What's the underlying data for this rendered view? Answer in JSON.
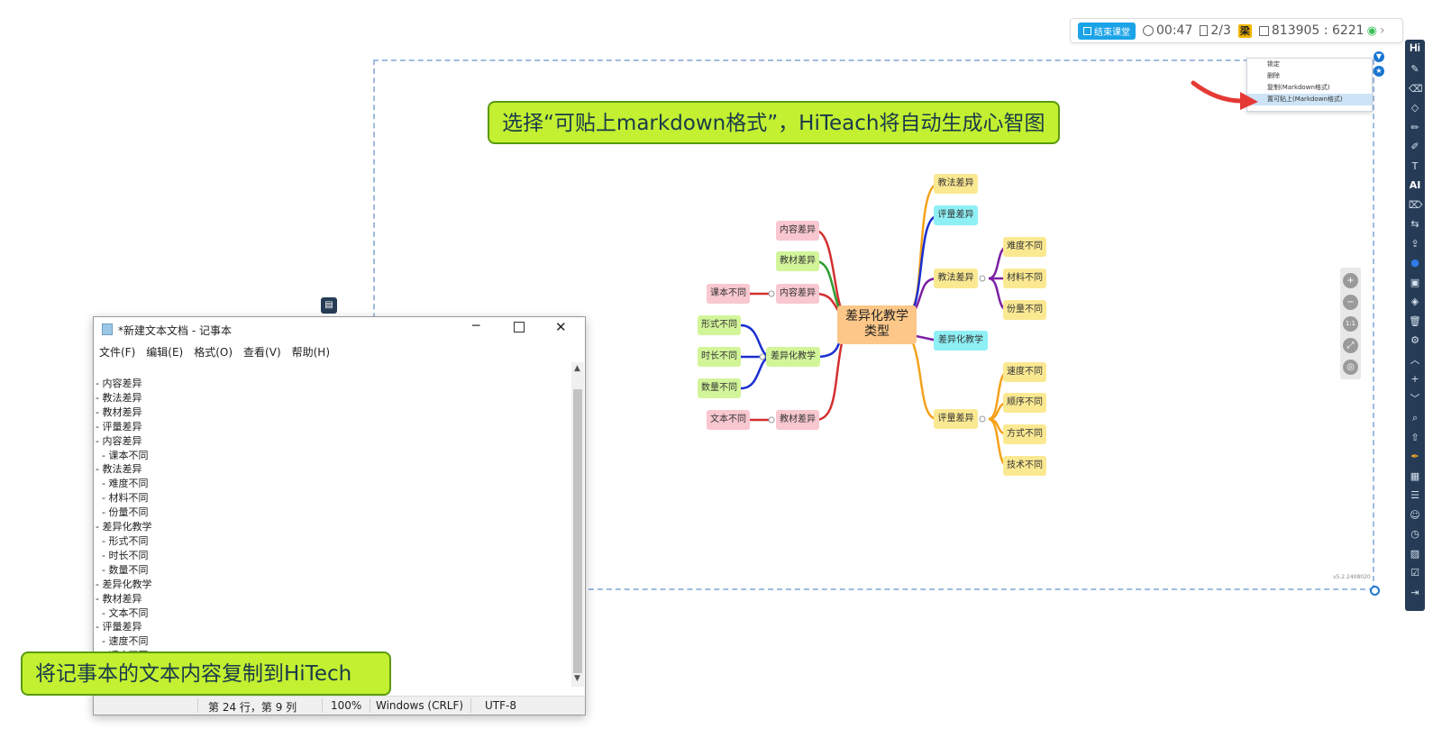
{
  "topbar": {
    "end_class_label": "结束课堂",
    "timer": "00:47",
    "pages": "2/3",
    "avatar_char": "梁",
    "class_code": "813905 : 6221"
  },
  "toolbar": {
    "logo": "Hi",
    "ai_label": "AI",
    "icons": [
      "pen-icon",
      "eraser-icon",
      "shape-icon",
      "pencil-icon",
      "marker-icon",
      "text-format-icon",
      "ai-icon",
      "clear-icon",
      "share-icon",
      "export-icon",
      "color-wheel-icon",
      "stamp-icon",
      "fill-icon",
      "trash-icon",
      "settings-icon",
      "chevron-up-icon",
      "plus-icon",
      "chevron-down-icon",
      "search-icon",
      "upload-icon",
      "highlighter-icon",
      "grid-icon",
      "list-icon",
      "user-icon",
      "timer-icon",
      "image-icon",
      "check-icon",
      "exit-icon"
    ]
  },
  "context_menu": {
    "items": [
      "锁定",
      "删除",
      "复制(Markdown格式)",
      "置可贴上(Markdown格式)"
    ],
    "selected_index": 3
  },
  "callouts": {
    "top": "选择“可贴上markdown格式”，HiTeach将自动生成心智图",
    "bottom": "将记事本的文本内容复制到HiTech"
  },
  "mindmap": {
    "root": [
      "差异化教学",
      "类型"
    ],
    "left": {
      "content1": "内容差异",
      "materials1": "教材差异",
      "content2": "内容差异",
      "textbook": "课本不同",
      "diffteach": "差异化教学",
      "form": "形式不同",
      "duration": "时长不同",
      "quantity": "数量不同",
      "materials2": "教材差异",
      "text": "文本不同"
    },
    "right": {
      "method1": "教法差异",
      "assess1": "评量差异",
      "method2": "教法差异",
      "difficulty": "难度不同",
      "material": "材料不同",
      "portion": "份量不同",
      "diffteach": "差异化教学",
      "assess2": "评量差异",
      "speed": "速度不同",
      "order": "顺序不同",
      "manner": "方式不同",
      "skill": "技术不同"
    },
    "version": "v5.2.24080​20"
  },
  "notepad": {
    "title": "*新建文本文档 - 记事本",
    "menu": [
      "文件(F)",
      "编辑(E)",
      "格式(O)",
      "查看(V)",
      "帮助(H)"
    ],
    "lines": [
      "- 内容差异",
      "- 教法差异",
      "- 教材差异",
      "- 评量差异",
      "- 内容差异",
      "  - 课本不同",
      "- 教法差异",
      "  - 难度不同",
      "  - 材料不同",
      "  - 份量不同",
      "- 差异化教学",
      "  - 形式不同",
      "  - 时长不同",
      "  - 数量不同",
      "- 差异化教学",
      "- 教材差异",
      "  - 文本不同",
      "- 评量差异",
      "  - 速度不同",
      "  - 顺序不同"
    ],
    "status": {
      "position": "第 24 行，第 9 列",
      "zoom": "100%",
      "line_ending": "Windows (CRLF)",
      "encoding": "UTF-8"
    }
  },
  "colors": {
    "callout_bg": "#c3f030",
    "toolbar_bg": "#263c56",
    "accent": "#1ba3e8"
  }
}
